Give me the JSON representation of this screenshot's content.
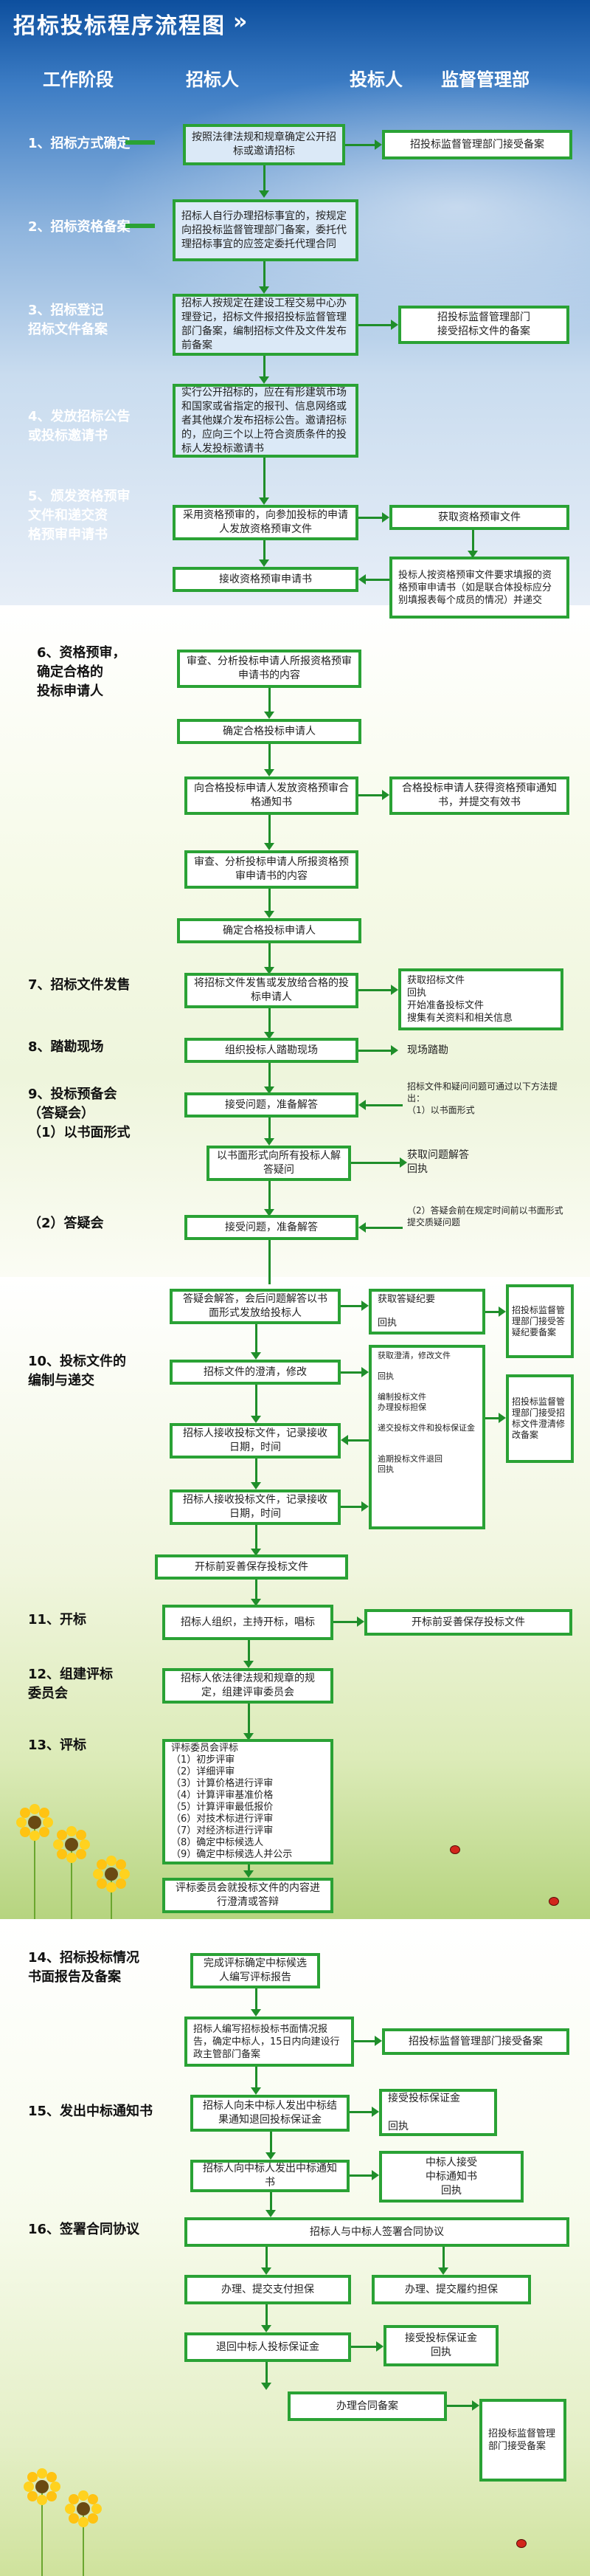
{
  "title": "招标投标程序流程图",
  "title_arrows": "»",
  "headers": {
    "stage": "工作阶段",
    "tenderer": "招标人",
    "bidder": "投标人",
    "supervisor": "监督管理部"
  },
  "stages": {
    "s1": "1、招标方式确定",
    "s2": "2、招标资格备案",
    "s3": "3、招标登记\n招标文件备案",
    "s4": "4、发放招标公告\n或投标邀请书",
    "s5": "5、颁发资格预审\n文件和递交资\n格预审申请书",
    "s6": "6、资格预审，\n确定合格的\n投标申请人",
    "s7": "7、招标文件发售",
    "s8": "8、踏勘现场",
    "s9": "9、投标预备会\n（答疑会）\n（1）以书面形式",
    "s9b": "（2）答疑会",
    "s10": "10、投标文件的\n编制与递交",
    "s11": "11、开标",
    "s12": "12、组建评标\n委员会",
    "s13": "13、评标",
    "s14": "14、招标投标情况\n书面报告及备案",
    "s15": "15、发出中标通知书",
    "s16": "16、签署合同协议"
  },
  "boxes": {
    "b1": "按照法律法规和规章确定公开招标或邀请招标",
    "b1r": "招投标监督管理部门接受备案",
    "b2": "招标人自行办理招标事宜的，按规定向招投标监督管理部门备案，委托代理招标事宜的应签定委托代理合同",
    "b3": "招标人按规定在建设工程交易中心办理登记，招标文件报招投标监督管理部门备案，编制招标文件及文件发布前备案",
    "b3r": "招投标监督管理部门\n接受招标文件的备案",
    "b4": "实行公开招标的，应在有形建筑市场和国家或省指定的报刊、信息网络或者其他媒介发布招标公告。邀请招标的，应向三个以上符合资质条件的投标人发投标邀请书",
    "b5": "采用资格预审的，向参加投标的申请人发放资格预审文件",
    "b5r": "获取资格预审文件",
    "b5b": "接收资格预审申请书",
    "b5br": "投标人按资格预审文件要求填报的资格预审申请书（如是联合体投标应分别填报表每个成员的情况）并递交",
    "b6a": "审查、分析投标申请人所报资格预审申请书的内容",
    "b6b": "确定合格投标申请人",
    "b6c": "向合格投标申请人发放资格预审合格通知书",
    "b6cr": "合格投标申请人获得资格预审通知书，并提交有效书",
    "b6d": "审查、分析投标申请人所报资格预审申请书的内容",
    "b6e": "确定合格投标申请人",
    "b7": "将招标文件发售或发放给合格的投标申请人",
    "b7r": "获取招标文件\n回执\n开始准备投标文件\n搜集有关资料和相关信息",
    "b8": "组织投标人踏勘现场",
    "b8r": "现场踏勘",
    "b9a": "接受问题，准备解答",
    "b9ar": "招标文件和疑问问题可通过以下方法提出：\n（1）以书面形式",
    "b9b": "以书面形式向所有投标人解答疑问",
    "b9br": "获取问题解答\n回执",
    "b9c": "接受问题，准备解答",
    "b9cr": "（2）答疑会前在规定时间前以书面形式提交质疑问题",
    "b10a": "答疑会解答，会后问题解答以书面形式发放给投标人",
    "b10ar": "获取答疑纪要\n\n回执",
    "b10ar2": "招投标监督管理部门接受答疑纪要备案",
    "b10b": "招标文件的澄清，修改",
    "b10br": "获取澄清，修改文件\n\n回执\n\n编制投标文件\n办理投标担保\n\n递交投标文件和投标保证金\n\n\n逾期投标文件退回\n回执",
    "b10br2": "招投标监督管理部门接受招标文件澄清修改备案",
    "b10c": "招标人接收投标文件，记录接收日期，时间",
    "b10d": "招标人接收投标文件，记录接收日期，时间",
    "b10e": "开标前妥善保存投标文件",
    "b11": "招标人组织，主持开标，唱标",
    "b11r": "开标前妥善保存投标文件",
    "b12": "招标人依法律法规和规章的规定，组建评审委员会",
    "b13": "评标委员会评标\n（1）初步评审\n（2）详细评审\n（3）计算价格进行评审\n（4）计算评审基准价格\n（5）计算评审最低报价\n（6）对技术标进行评审\n（7）对经济标进行评审\n（8）确定中标候选人\n（9）确定中标候选人并公示",
    "b13b": "评标委员会就投标文件的内容进行澄清或答辩",
    "b14": "完成评标确定中标候选人编写评标报告",
    "b14b": "招标人编写招标投标书面情况报告，确定中标人，15日内向建设行政主管部门备案",
    "b14br": "招投标监督管理部门接受备案",
    "b15": "招标人向未中标人发出中标结果通知退回投标保证金",
    "b15r": "接受投标保证金\n\n回执",
    "b15b": "招标人向中标人发出中标通知书",
    "b15br": "中标人接受\n中标通知书\n回执",
    "b16": "招标人与中标人签署合同协议",
    "b16a": "办理、提交支付担保",
    "b16ar": "办理、提交履约担保",
    "b16b": "退回中标人投标保证金",
    "b16br": "接受投标保证金\n回执",
    "b16c": "办理合同备案",
    "b16cr": "招投标监督管理部门接受备案"
  },
  "colors": {
    "green": "#2aa235",
    "blue_top": "#0d4f9e",
    "white": "#ffffff"
  }
}
